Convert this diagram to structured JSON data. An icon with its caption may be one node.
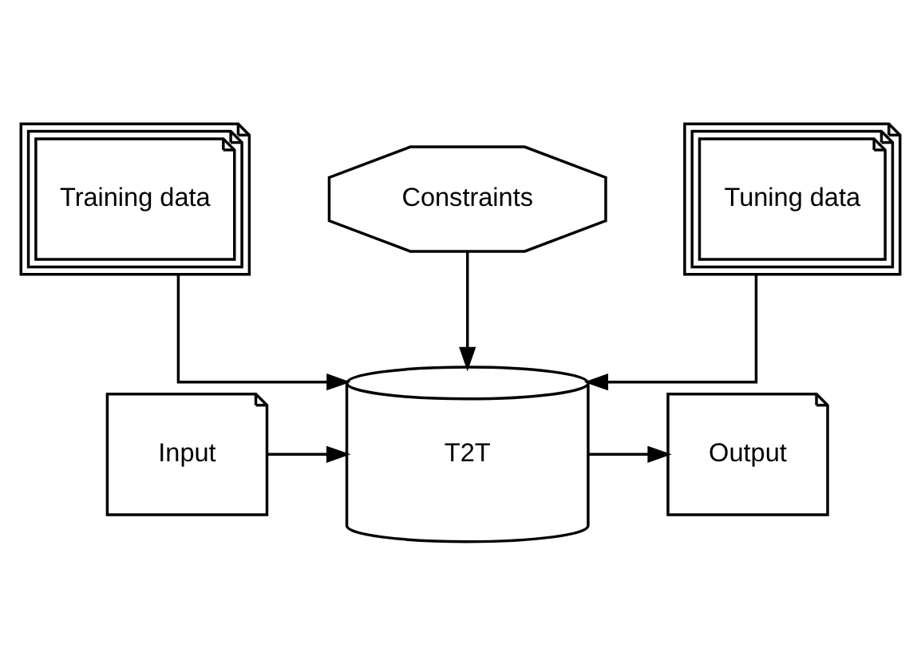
{
  "diagram": {
    "nodes": [
      {
        "text": [
          "Training data"
        ]
      },
      {
        "text": [
          "Constraints"
        ]
      },
      {
        "text": [
          "Tuning data"
        ]
      },
      {
        "text": [
          "Input"
        ]
      },
      {
        "text": [
          "T2T"
        ]
      },
      {
        "text": [
          "Output"
        ]
      }
    ],
    "edges": [
      {
        "from": 0,
        "to": 4,
        "arrow": "to"
      },
      {
        "from": 1,
        "to": 4,
        "arrow": "to"
      },
      {
        "from": 2,
        "to": 4,
        "arrow": "to"
      },
      {
        "from": 3,
        "to": 4,
        "arrow": "to"
      },
      {
        "from": 4,
        "to": 5,
        "arrow": "to"
      }
    ]
  }
}
